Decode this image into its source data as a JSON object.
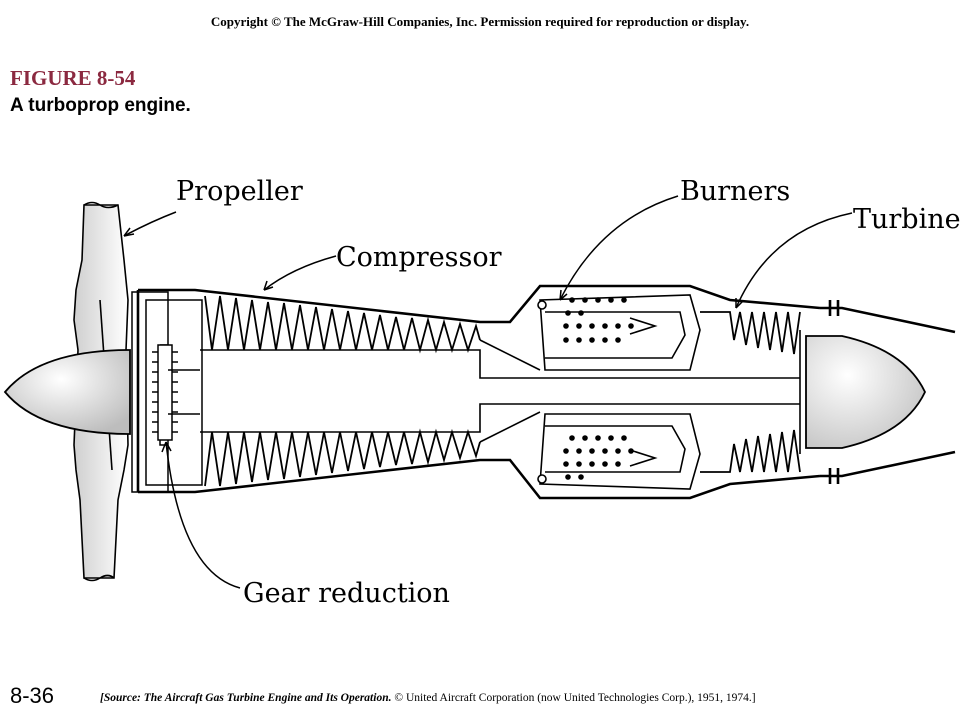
{
  "copyright": "Copyright © The McGraw-Hill Companies, Inc. Permission required for reproduction or display.",
  "figure": {
    "number": "FIGURE 8-54",
    "caption": "A turboprop engine."
  },
  "labels": {
    "propeller": "Propeller",
    "compressor": "Compressor",
    "burners": "Burners",
    "turbine": "Turbine",
    "gear_reduction": "Gear reduction"
  },
  "footer": {
    "page_number": "8-36",
    "source_italic": "[Source: The Aircraft Gas Turbine Engine and Its Operation.",
    "source_rest": " © United Aircraft Corporation (now United Technologies Corp.), 1951, 1974.]"
  },
  "colors": {
    "figure_number": "#8b2940",
    "line": "#000000",
    "nose_shade": "#d9d9d9"
  }
}
